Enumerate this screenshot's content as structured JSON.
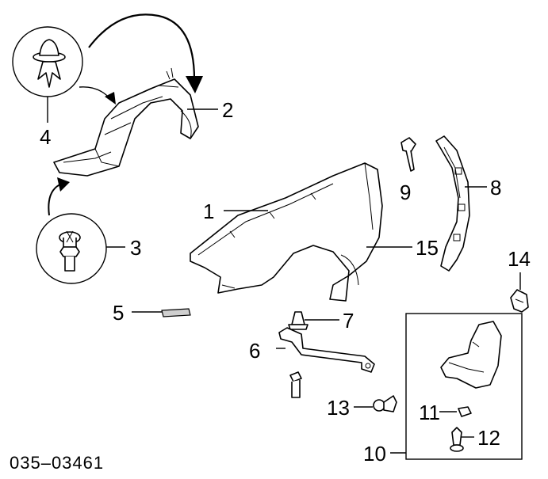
{
  "callouts": {
    "n1": "1",
    "n2": "2",
    "n3": "3",
    "n4": "4",
    "n5": "5",
    "n6": "6",
    "n7": "7",
    "n8": "8",
    "n9": "9",
    "n10": "10",
    "n11": "11",
    "n12": "12",
    "n13": "13",
    "n14": "14",
    "n15": "15"
  },
  "diagram_code": "035–03461",
  "colors": {
    "line": "#000000",
    "background": "#ffffff",
    "shade": "#cfcfcf"
  }
}
